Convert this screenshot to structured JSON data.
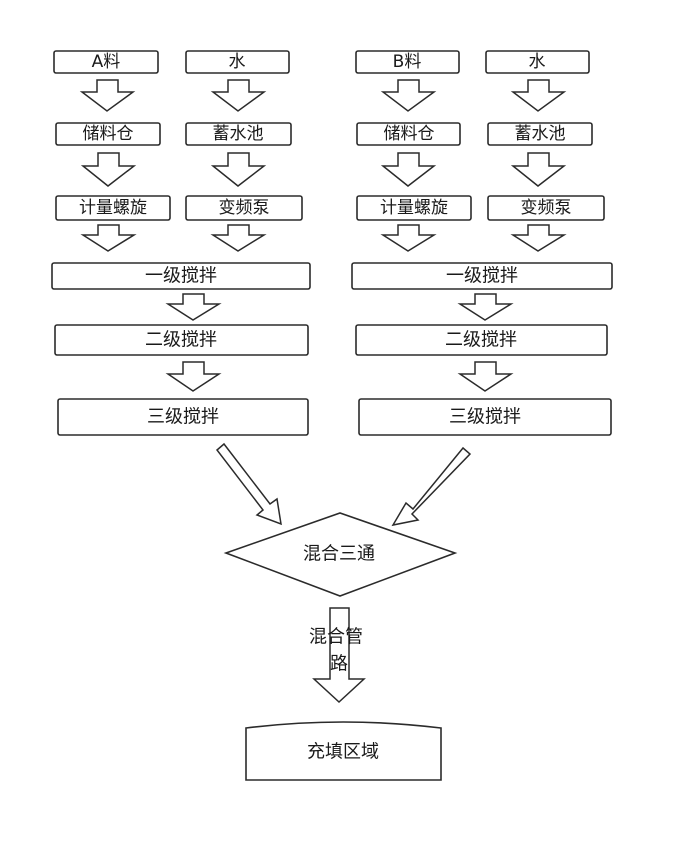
{
  "left": {
    "material": "A料",
    "water": "水",
    "silo": "储料仓",
    "reservoir": "蓄水池",
    "screw": "计量螺旋",
    "pump": "变频泵",
    "stage1": "一级搅拌",
    "stage2": "二级搅拌",
    "stage3": "三级搅拌"
  },
  "right": {
    "material": "B料",
    "water": "水",
    "silo": "储料仓",
    "reservoir": "蓄水池",
    "screw": "计量螺旋",
    "pump": "变频泵",
    "stage1": "一级搅拌",
    "stage2": "二级搅拌",
    "stage3": "三级搅拌"
  },
  "tee": "混合三通",
  "pipe": [
    "混合管",
    "路"
  ],
  "fill_area": "充填区域"
}
